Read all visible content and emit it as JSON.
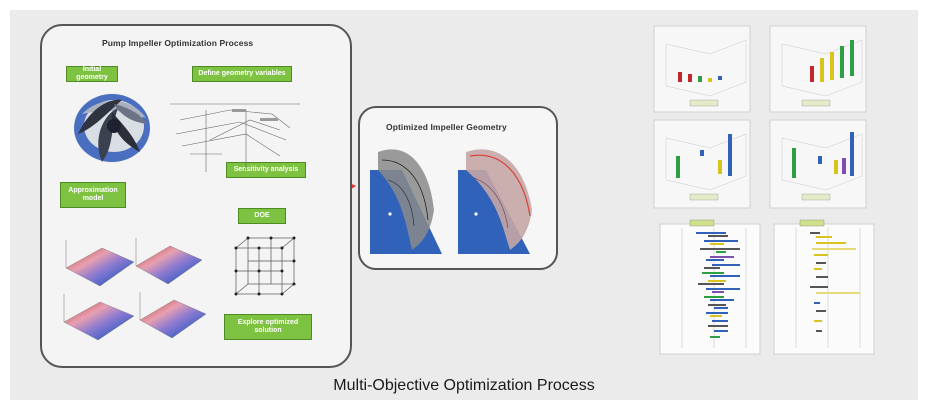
{
  "caption": "Multi-Objective Optimization Process",
  "process": {
    "title": "Pump Impeller Optimization Process",
    "steps": {
      "initial": "Initial geometry",
      "define": "Define geometry variables",
      "sensitivity": "Sensitivity analysis",
      "approx": "Approximation model",
      "doe": "DOE",
      "explore": "Explore optimized solution"
    }
  },
  "optimized": {
    "title": "Optimized Impeller Geometry"
  },
  "colors": {
    "green": "#7ec242",
    "arrow": "#e8352b",
    "blue": "#2f62b8",
    "outline": "#555555"
  }
}
